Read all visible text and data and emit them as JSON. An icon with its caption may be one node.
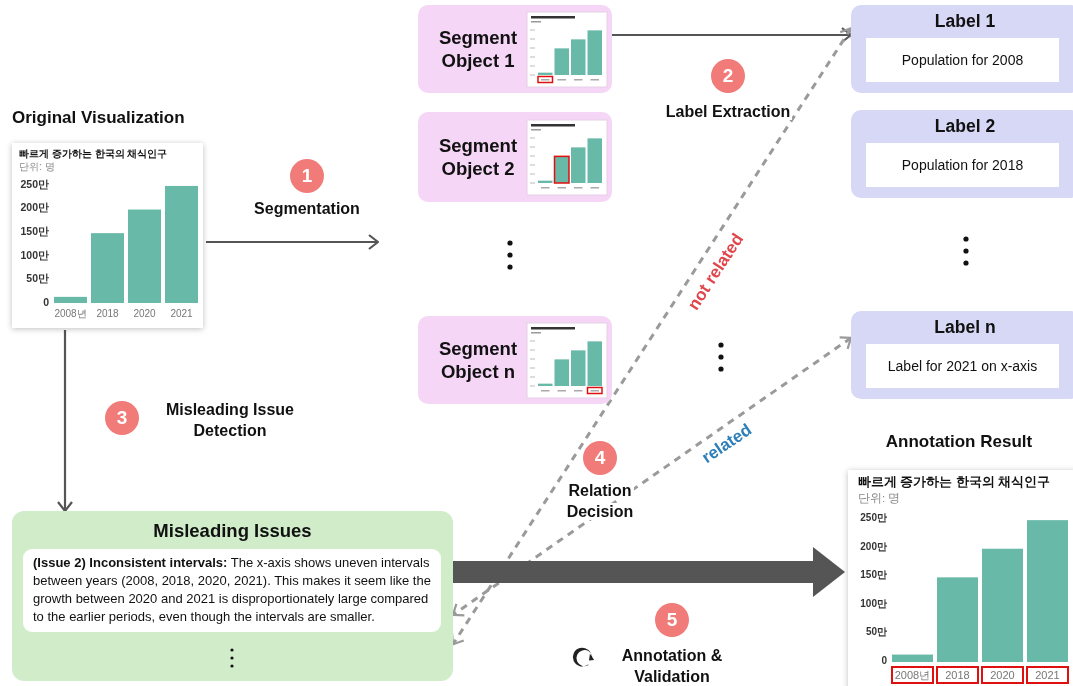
{
  "diagram": {
    "nodes": [
      {
        "text": [
          "Original Visualization"
        ]
      },
      {
        "text": [
          "Segment Object 1"
        ]
      },
      {
        "text": [
          "Segment Object 2"
        ]
      },
      {
        "text": [
          "Segment Object n"
        ]
      },
      {
        "text": [
          "Label 1",
          "Population for 2008"
        ]
      },
      {
        "text": [
          "Label 2",
          "Population for 2018"
        ]
      },
      {
        "text": [
          "Label n",
          "Label for 2021 on x-axis"
        ]
      },
      {
        "text": [
          "Misleading Issues",
          "**(Issue 2) Inconsistent intervals:** The x-axis shows uneven intervals between years (2008, 2018, 2020, 2021). This makes it seem like the growth between 2020 and 2021 is disproportionately large compared to the earlier periods, even though the intervals are smaller."
        ]
      },
      {
        "text": [
          "Annotation Result"
        ]
      },
      {
        "text": [
          "1"
        ],
        "beside": [
          "Segmentation"
        ]
      },
      {
        "text": [
          "2"
        ],
        "beside": [
          "Label Extraction"
        ]
      },
      {
        "text": [
          "3"
        ],
        "beside": [
          "Misleading Issue Detection"
        ]
      },
      {
        "text": [
          "4"
        ],
        "beside": [
          "Relation Decision"
        ]
      },
      {
        "text": [
          "5"
        ],
        "beside": [
          "Annotation & Validation"
        ]
      }
    ],
    "edges": [
      {
        "from": 0,
        "to": null,
        "arrow": "to"
      },
      {
        "from": 1,
        "to": 4,
        "arrow": "to"
      },
      {
        "from": 4,
        "to": 7,
        "arrow": "both",
        "label": "not related",
        "style": "dashed",
        "color": "#9a9a9a"
      },
      {
        "from": 6,
        "to": 7,
        "arrow": "both",
        "label": "related",
        "style": "dashed",
        "color": "#9a9a9a"
      },
      {
        "from": 0,
        "to": 7,
        "arrow": "to"
      },
      {
        "from": 7,
        "to": 8,
        "arrow": "to",
        "style": "thick"
      }
    ],
    "chart_data": {
      "type": "bar",
      "title": "빠르게 증가하는 한국의 채식인구",
      "ylabel": "단위: 명",
      "categories": [
        "2008년",
        "2018",
        "2020",
        "2021"
      ],
      "series": [
        {
          "color": "#69b9a9",
          "values": [
            13,
            148,
            198,
            248
          ]
        }
      ],
      "ylim": [
        0,
        250
      ],
      "yticks": [
        {
          "value": 0,
          "label": "0"
        },
        {
          "value": 50,
          "label": "50만"
        },
        {
          "value": 100,
          "label": "100만"
        },
        {
          "value": 150,
          "label": "150만"
        },
        {
          "value": 200,
          "label": "200만"
        },
        {
          "value": 250,
          "label": "250만"
        }
      ]
    }
  }
}
